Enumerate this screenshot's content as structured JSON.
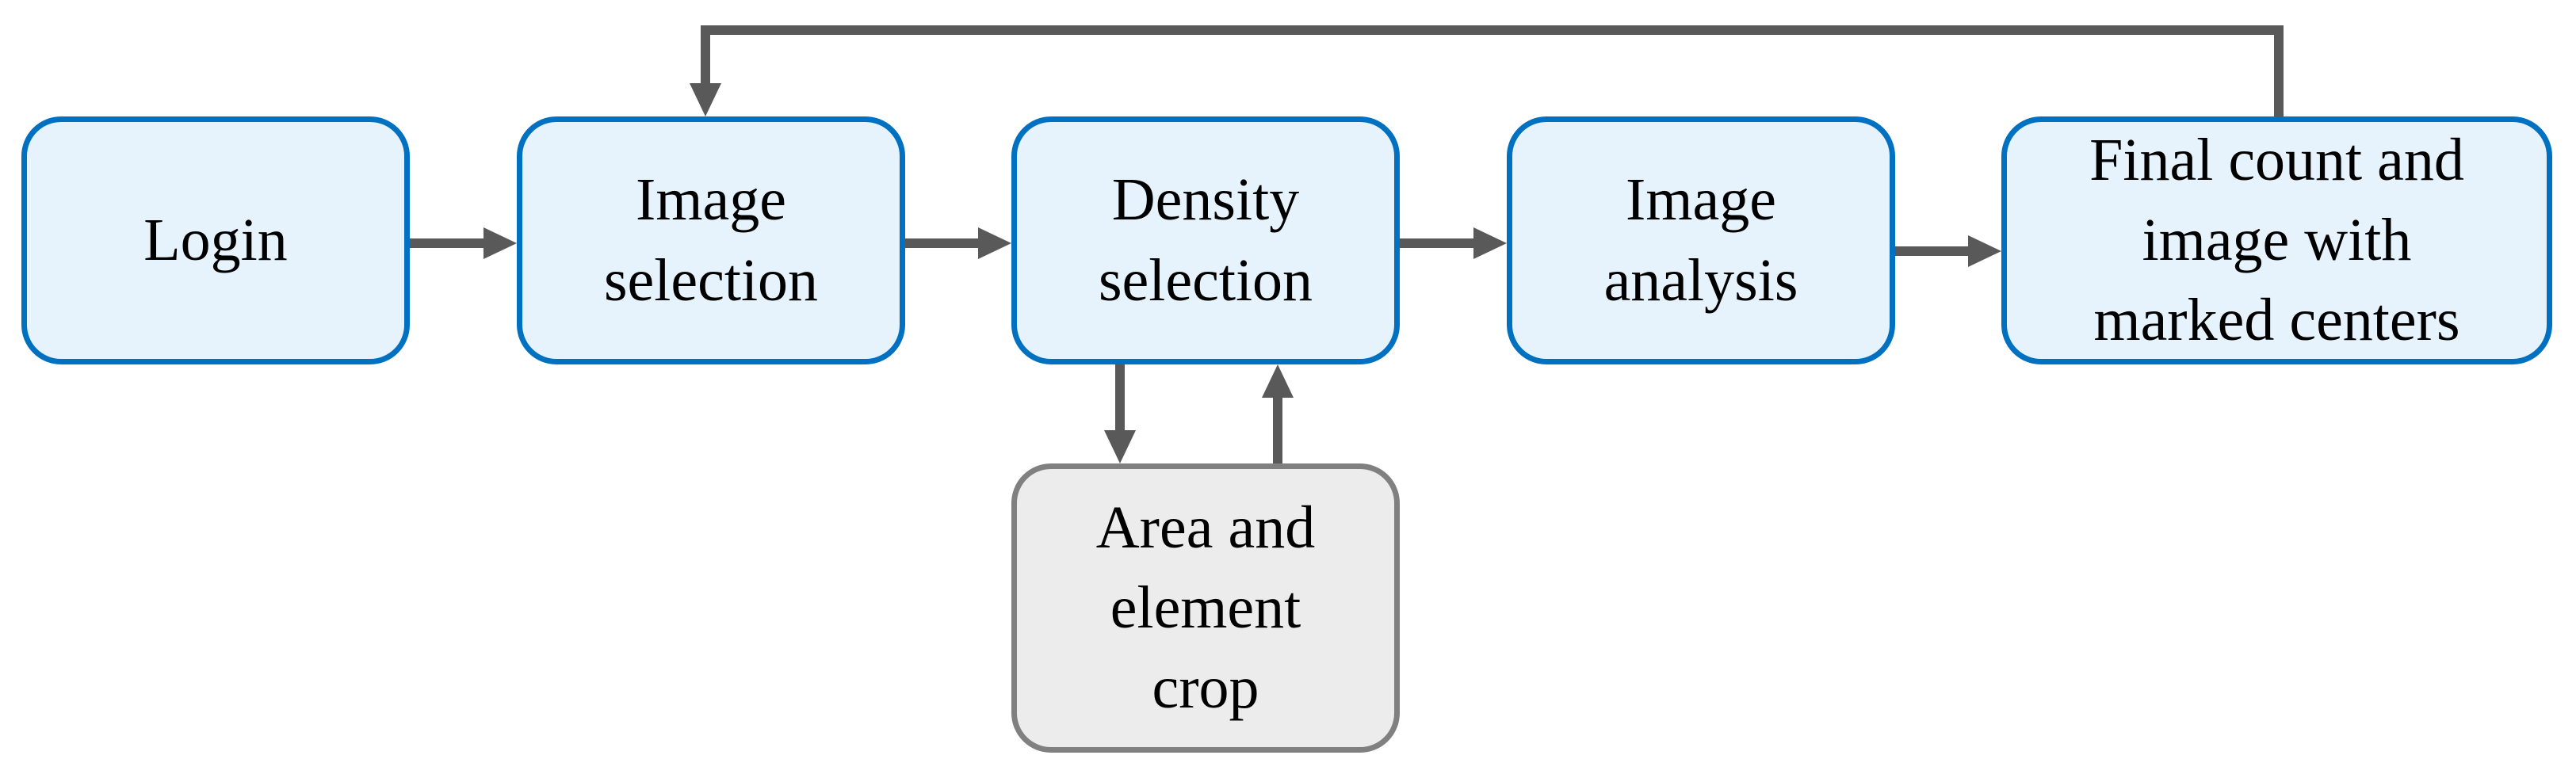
{
  "diagram": {
    "boxes": {
      "login": "Login",
      "image_selection": "Image\nselection",
      "density_selection": "Density\nselection",
      "image_analysis": "Image\nanalysis",
      "final_output": "Final count and\nimage with\nmarked centers",
      "area_crop": "Area and\nelement\ncrop"
    },
    "colors": {
      "main_fill": "#e6f3fc",
      "main_border": "#0070c0",
      "side_fill": "#ececec",
      "side_border": "#808080",
      "arrow": "#595959"
    }
  }
}
